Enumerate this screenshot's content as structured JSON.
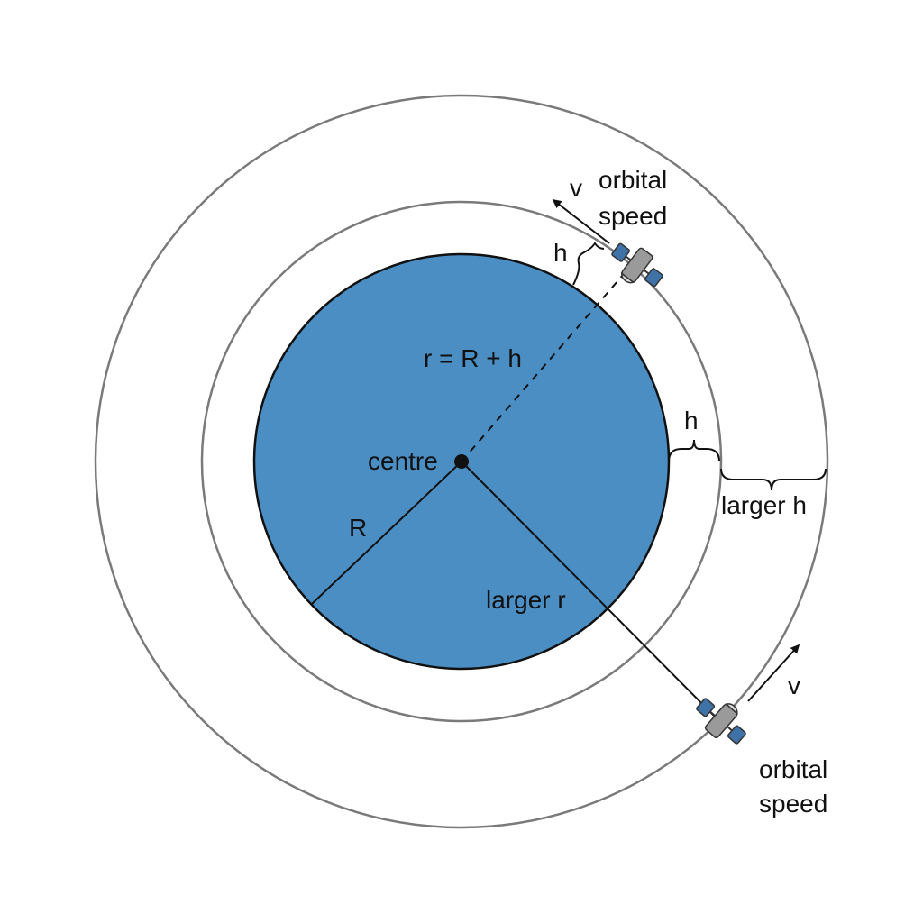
{
  "colors": {
    "planet": "#4a8ec4",
    "orbit": "#7a7a7a",
    "ink": "#111111",
    "solar_panel": "#3f72a6",
    "satellite_body": "#9a9a9a"
  },
  "planet": {
    "center_label": "centre",
    "radius_label": "R"
  },
  "inner_orbit": {
    "radius_formula": "r = R + h",
    "height_label": "h",
    "height_label_side": "h",
    "velocity_label": "v",
    "speed_label_line1": "orbital",
    "speed_label_line2": "speed"
  },
  "outer_orbit": {
    "radius_label": "larger r",
    "height_label": "larger h",
    "velocity_label": "v",
    "speed_label_line1": "orbital",
    "speed_label_line2": "speed"
  },
  "icons": [
    "satellite-icon",
    "arrow-icon"
  ]
}
